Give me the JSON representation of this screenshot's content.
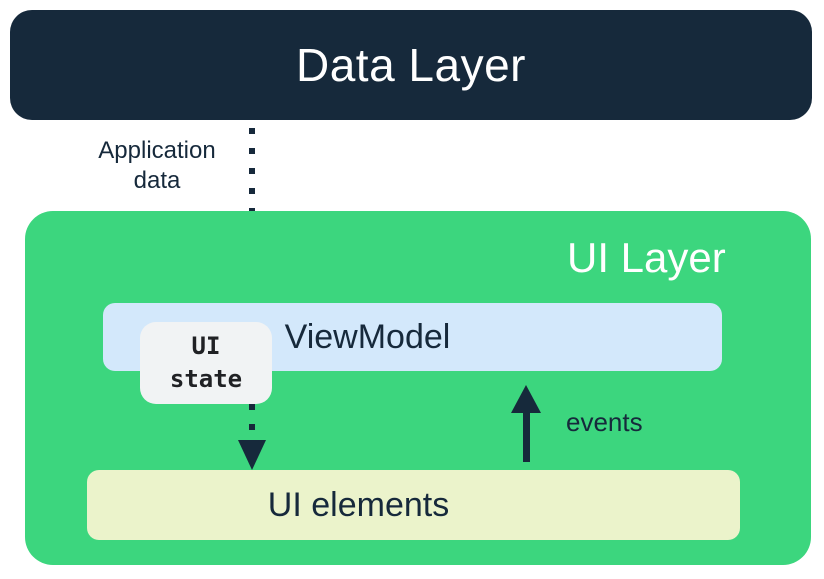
{
  "colors": {
    "navy": "#16293B",
    "green": "#3CD67E",
    "light_blue": "#D3E8FB",
    "cream": "#EBF3CB",
    "state_gray": "#F1F3F4",
    "state_text": "#202124",
    "white": "#FFFFFF"
  },
  "diagram": {
    "data_layer": {
      "label": "Data Layer"
    },
    "application_data_arrow": {
      "label": "Application data",
      "style": "dotted",
      "direction": "down"
    },
    "ui_layer": {
      "label": "UI Layer"
    },
    "viewmodel": {
      "label": "ViewModel"
    },
    "ui_state_badge": {
      "label": "UI\nstate"
    },
    "events_arrow": {
      "label": "events",
      "style": "solid",
      "direction": "up"
    },
    "ui_elements": {
      "label": "UI elements"
    }
  }
}
